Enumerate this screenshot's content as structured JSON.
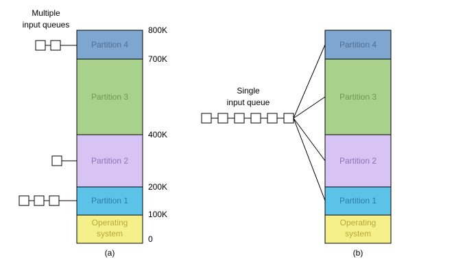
{
  "diagram_a": {
    "queues_label_line1": "Multiple",
    "queues_label_line2": "input queues",
    "partitions": [
      {
        "label": "Partition 4",
        "color": "#7ea6cf",
        "text_color": "#4f6f92"
      },
      {
        "label": "Partition 3",
        "color": "#a8d18c",
        "text_color": "#6f9a55"
      },
      {
        "label": "Partition 2",
        "color": "#d8c3f5",
        "text_color": "#8d73b5"
      },
      {
        "label": "Partition 1",
        "color": "#5cc2e8",
        "text_color": "#2a7fa5"
      }
    ],
    "os_label_line1": "Operating",
    "os_label_line2": "system",
    "os_color": "#f5f08a",
    "os_text_color": "#b8a838",
    "addresses": [
      "800K",
      "700K",
      "400K",
      "200K",
      "100K",
      "0"
    ],
    "caption": "(a)"
  },
  "diagram_b": {
    "queue_label_line1": "Single",
    "queue_label_line2": "input queue",
    "partitions": [
      {
        "label": "Partition 4",
        "color": "#7ea6cf",
        "text_color": "#4f6f92"
      },
      {
        "label": "Partition 3",
        "color": "#a8d18c",
        "text_color": "#6f9a55"
      },
      {
        "label": "Partition 2",
        "color": "#d8c3f5",
        "text_color": "#8d73b5"
      },
      {
        "label": "Partition 1",
        "color": "#5cc2e8",
        "text_color": "#2a7fa5"
      }
    ],
    "os_label_line1": "Operating",
    "os_label_line2": "system",
    "os_color": "#f5f08a",
    "os_text_color": "#b8a838",
    "caption": "(b)"
  }
}
